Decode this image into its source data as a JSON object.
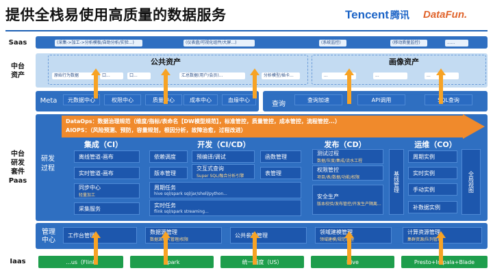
{
  "header": {
    "title": "提供全栈易使用高质量的数据服务",
    "tencent": "Tencent",
    "tencent_cn": "腾讯",
    "datafun": "DataFun."
  },
  "rows": {
    "saas": "Saas",
    "asset": "中台\n资产",
    "paas": "中台\n研发\n套件\nPaas",
    "iaas": "Iaas"
  },
  "saas_chips": [
    "(采集->加工->分析模板/自助分析/实验...)",
    "(仪表盘/可视化组件/大屏...)",
    "(系统监控)",
    "(移动质量监控)",
    "......"
  ],
  "assets": {
    "public_title": "公共资产",
    "portrait_title": "画像资产",
    "public_chips": [
      "原始行为数据",
      "口...",
      "口...",
      "汇总数据(用户/会员)...",
      "分析模型/插卡..."
    ],
    "portrait_chips": [
      "...",
      "...",
      "..."
    ]
  },
  "meta": {
    "label": "Meta",
    "items": [
      "元数据中心",
      "权限中心",
      "质量中心",
      "成本中心",
      "血缘中心"
    ],
    "query_label": "查询",
    "query_items": [
      "查询加速",
      "API调用",
      "SQL查询"
    ]
  },
  "paas": {
    "process_label": "研发\n过程",
    "dataops_line": "DataOps：数据治理规范（维度/指标/表命名【DW模型规范】，标准管控，质量管控，成本管控，流程管控...）",
    "aiops_line": "AIOPS：（风险预测、预防，容量规划，根因分析，故障治愈，过程改进）",
    "stages": [
      "集成（CI）",
      "开发（CI/CD）",
      "发布（CD）",
      "运维（CO）"
    ],
    "ci_items": [
      {
        "name": "离线管道-画布",
        "sub": ""
      },
      {
        "name": "实时管道-画布",
        "sub": ""
      },
      {
        "name": "同步中心",
        "sub": "轻量加工"
      },
      {
        "name": "采集服务",
        "sub": ""
      }
    ],
    "dev_items": {
      "schedule": "依赖调度",
      "precompile": "预编译/调试",
      "functions": "函数管理",
      "version": "版本管理",
      "interactive": "交互式查询",
      "interactive_sub": "Super SQL/融合分析引擎",
      "tables": "表管理",
      "cycle": "周期任务",
      "cycle_sub": "hive sql/spark sql/jar/shell/python...",
      "realtime": "实时任务",
      "realtime_sub": "flink sql/spark streaming..."
    },
    "cd_items": [
      {
        "name": "测试过程",
        "sub": "数据/灰度/集成/流水工程"
      },
      {
        "name": "权限管控",
        "sub": "项目/表/数据/功能/权限"
      },
      {
        "name": "安全生产",
        "sub": "版本校验/发布管控/开发生产隔离..."
      }
    ],
    "co_baseline": "基线管理",
    "co_items": [
      "周期实例",
      "实时实例",
      "手动实例",
      "补数据实例"
    ],
    "co_global": "全局视图"
  },
  "mgmt": {
    "label": "管理\n中心",
    "items": [
      {
        "name": "工作台管理",
        "sub": ""
      },
      {
        "name": "数据源管理",
        "sub": "数据源接入管理/权限"
      },
      {
        "name": "公共参数管理",
        "sub": ""
      },
      {
        "name": "领域建模管理",
        "sub": "领域建模/规范管理"
      },
      {
        "name": "计算资源管理",
        "sub": "集群资源/队列管理"
      }
    ]
  },
  "iaas_items": [
    "...us（Flink",
    "Spark",
    "统一调度（US）",
    "Hive",
    "Presto+Impala+Blade"
  ],
  "colors": {
    "band": "#2f6fc1",
    "arrow": "#f7a325",
    "orange_banner": "#f08a2c",
    "green": "#1e9e4c",
    "title": "#111111"
  }
}
